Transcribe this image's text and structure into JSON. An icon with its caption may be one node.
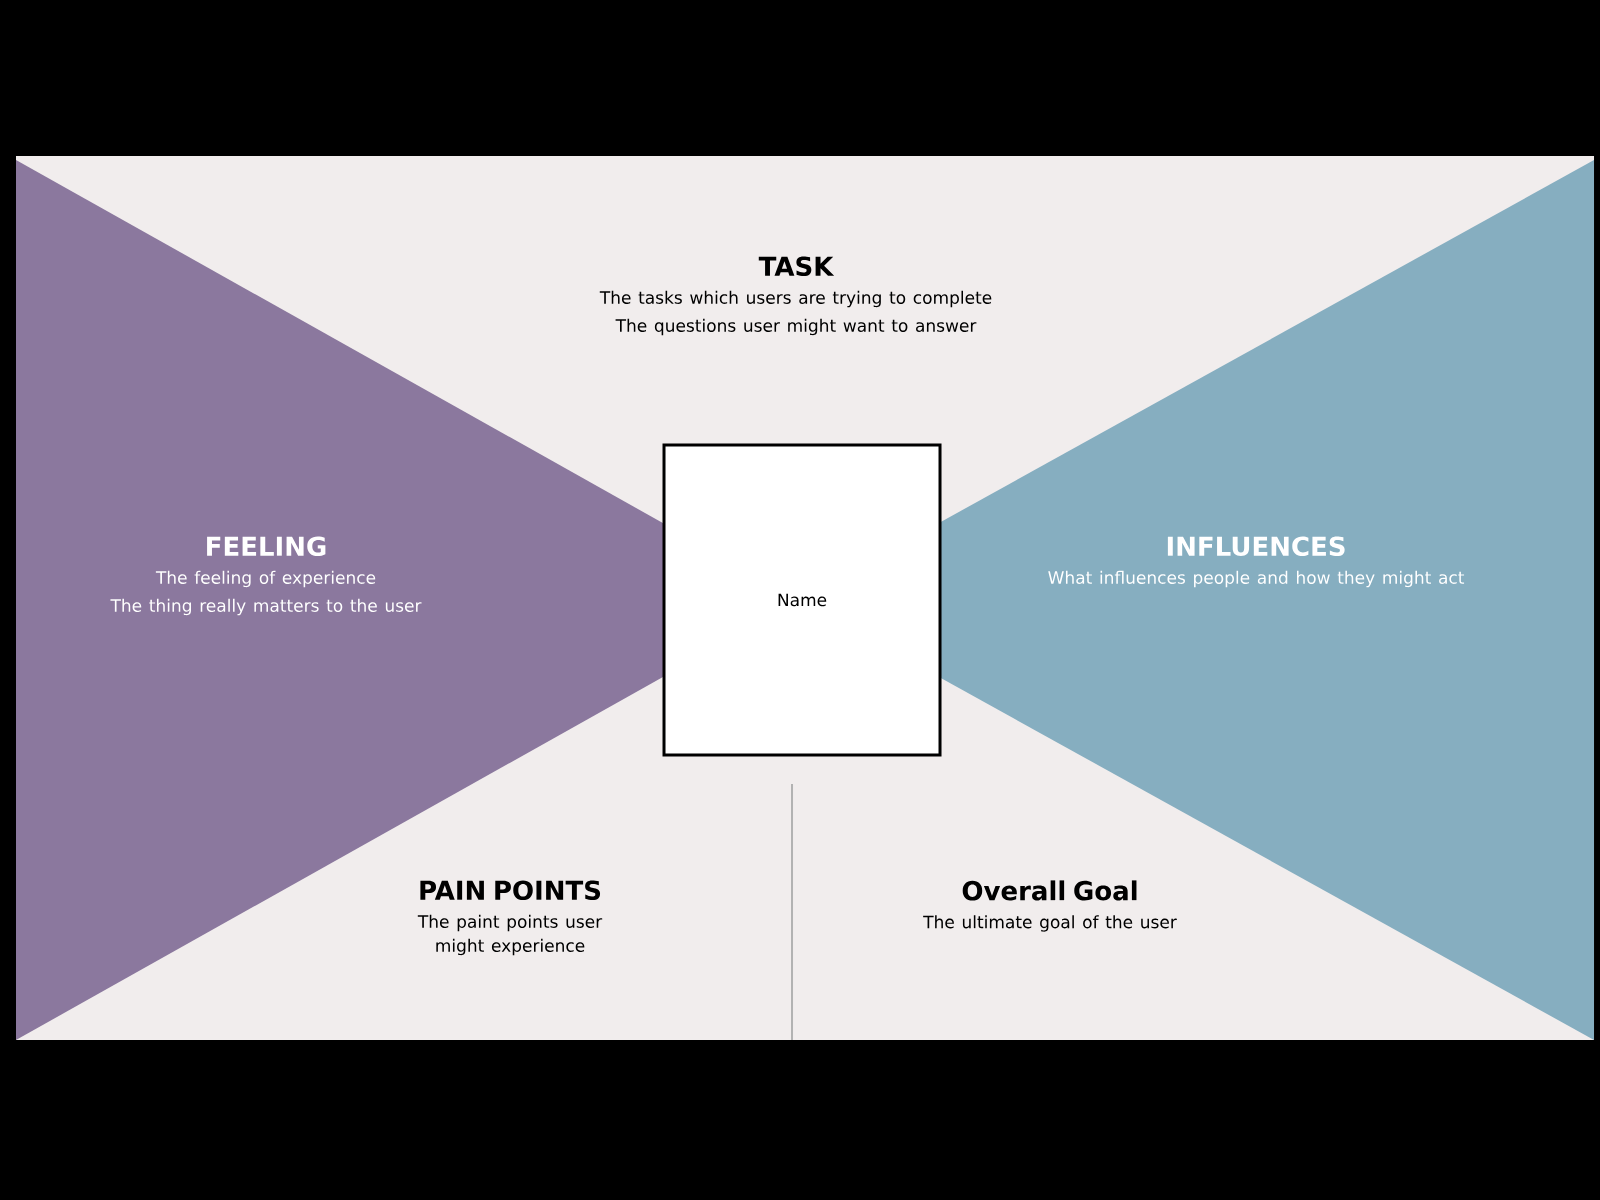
{
  "diagram": {
    "nodes": [
      {
        "text": [
          "TASK",
          "The tasks which users are trying to complete",
          "The questions user might want to answer"
        ]
      },
      {
        "text": [
          "FEELING",
          "The feeling of experience",
          "The thing really matters to the user"
        ]
      },
      {
        "text": [
          "Name"
        ]
      },
      {
        "text": [
          "INFLUENCES",
          "What influences people and how they might act"
        ]
      },
      {
        "text": [
          "PAIN POINTS",
          "The paint points user might experience"
        ]
      },
      {
        "text": [
          "Overall Goal",
          "The ultimate goal of the user"
        ]
      }
    ]
  }
}
